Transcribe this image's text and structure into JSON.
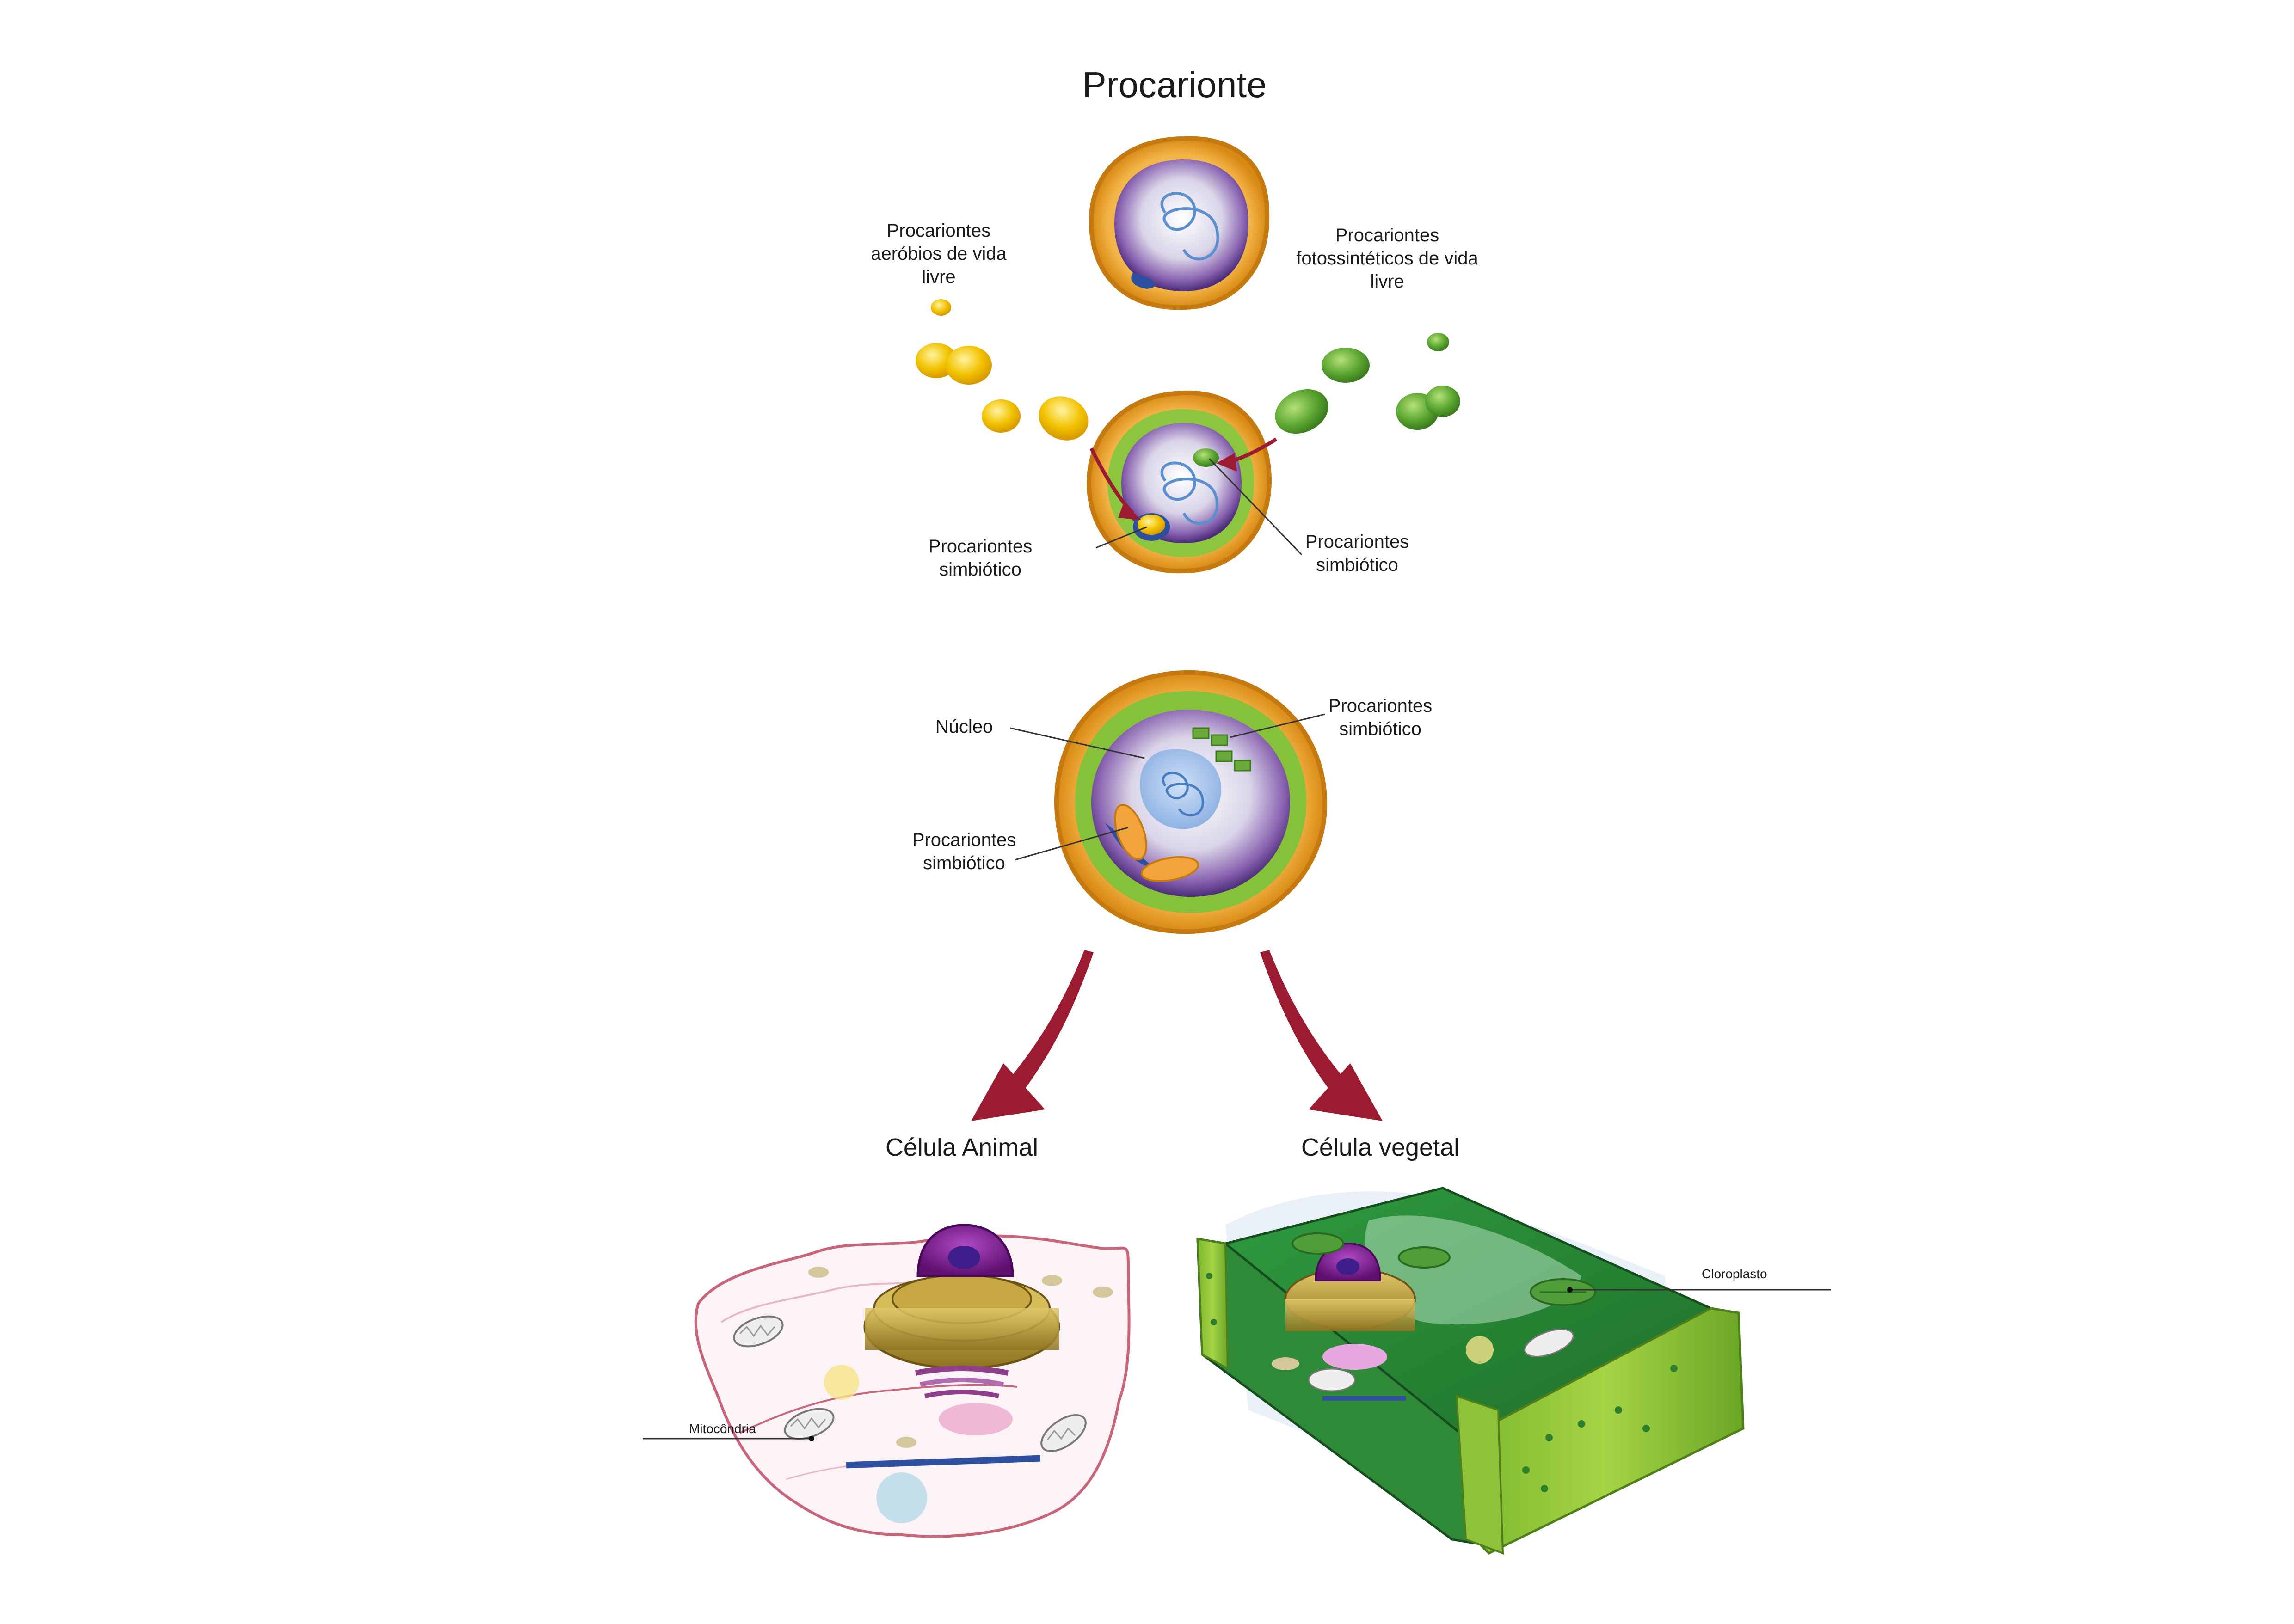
{
  "title": "Procarionte",
  "labels": {
    "aerobic_free": [
      "Procariontes",
      "aeróbios de vida",
      "livre"
    ],
    "photosynthetic_free": [
      "Procariontes",
      "fotossintéticos de vida",
      "livre"
    ],
    "symbiotic_left": [
      "Procariontes",
      "simbiótico"
    ],
    "symbiotic_right": [
      "Procariontes",
      "simbiótico"
    ],
    "nucleus": "Núcleo",
    "symbiotic_chloroplast": [
      "Procariontes",
      "simbiótico"
    ],
    "symbiotic_mito": [
      "Procariontes",
      "simbiótico"
    ],
    "animal_cell": "Célula Animal",
    "plant_cell": "Célula vegetal",
    "mitochondria": "Mitocôndria",
    "chloroplast": "Cloroplasto"
  },
  "colors": {
    "membrane_orange": "#e69a2a",
    "membrane_edge": "#c47a10",
    "cytoplasm_purple": "#7b4c9e",
    "nucleoid_blue": "#5a8fd0",
    "aerobic_yellow": "#f2c200",
    "photo_green": "#5ea832",
    "arrow_red": "#9b1b30",
    "plant_green": "#3a9a3a",
    "wall_lime": "#9ac93a",
    "nucleus_magenta": "#7d1d8e",
    "golgi_gold": "#b89a3a"
  }
}
